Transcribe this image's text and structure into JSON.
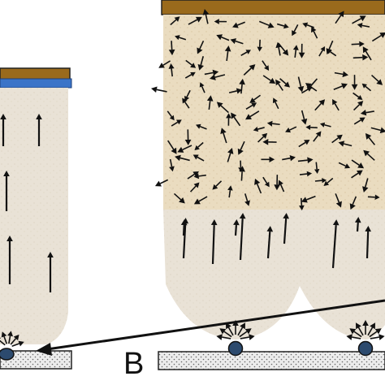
{
  "panel_label": "B",
  "colors": {
    "electrode_bar": "#9a6a1c",
    "blue_layer": "#3b74c8",
    "deposit_upper": "#eadcc0",
    "deposit_lower": "#e9e2d6",
    "substrate": "#e6e6e6",
    "seed": "#2c4a6e",
    "arrow": "#111111"
  },
  "icons": [
    "growth-direction-arrow",
    "nucleation-seed"
  ]
}
